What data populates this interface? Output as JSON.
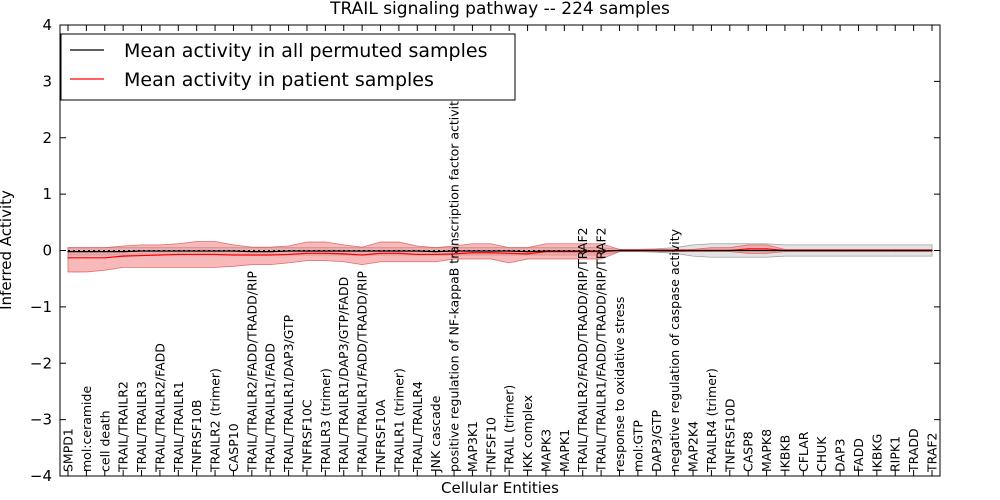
{
  "chart_data": {
    "type": "line",
    "title": "TRAIL signaling pathway -- 224 samples",
    "xlabel": "Cellular Entities",
    "ylabel": "Inferred Activity",
    "ylim": [
      -4,
      4
    ],
    "yticks": [
      "−4",
      "−3",
      "−2",
      "−1",
      "0",
      "1",
      "2",
      "3",
      "4"
    ],
    "legend_position": "top-left",
    "categories": [
      "SMPD1",
      "mol:ceramide",
      "cell death",
      "TRAIL/TRAILR2",
      "TRAIL/TRAILR3",
      "TRAIL/TRAILR2/FADD",
      "TRAIL/TRAILR1",
      "TNFRSF10B",
      "TRAILR2 (trimer)",
      "CASP10",
      "TRAIL/TRAILR2/FADD/TRADD/RIP",
      "TRAIL/TRAILR1/FADD",
      "TRAIL/TRAILR1/DAP3/GTP",
      "TNFRSF10C",
      "TRAILR3 (trimer)",
      "TRAIL/TRAILR1/DAP3/GTP/FADD",
      "TRAIL/TRAILR1/FADD/TRADD/RIP",
      "TNFRSF10A",
      "TRAILR1 (trimer)",
      "TRAIL/TRAILR4",
      "JNK cascade",
      "positive regulation of NF-kappaB transcription factor activity",
      "MAP3K1",
      "TNFSF10",
      "TRAIL (trimer)",
      "IKK complex",
      "MAPK3",
      "MAPK1",
      "TRAIL/TRAILR2/FADD/TRADD/RIP/TRAF2",
      "TRAIL/TRAILR1/FADD/TRADD/RIP/TRAF2",
      "response to oxidative stress",
      "mol:GTP",
      "DAP3/GTP",
      "negative regulation of caspase activity",
      "MAP2K4",
      "TRAILR4 (trimer)",
      "TNFRSF10D",
      "CASP8",
      "MAPK8",
      "IKBKB",
      "CFLAR",
      "CHUK",
      "DAP3",
      "FADD",
      "IKBKG",
      "RIPK1",
      "TRADD",
      "TRAF2"
    ],
    "series": [
      {
        "name": "Mean activity in all permuted samples",
        "color": "#000000",
        "values": [
          -0.02,
          -0.02,
          -0.02,
          -0.02,
          -0.01,
          -0.01,
          -0.01,
          -0.01,
          -0.01,
          -0.01,
          -0.02,
          -0.02,
          -0.01,
          -0.01,
          -0.01,
          -0.01,
          -0.01,
          -0.01,
          -0.01,
          -0.01,
          -0.02,
          -0.01,
          -0.01,
          -0.01,
          -0.01,
          -0.02,
          -0.01,
          -0.01,
          -0.01,
          -0.01,
          0.0,
          0.0,
          0.0,
          0.0,
          0.0,
          0.0,
          0.0,
          0.0,
          0.0,
          0.0,
          0.0,
          0.0,
          0.0,
          0.0,
          0.0,
          0.0,
          0.0,
          0.0
        ],
        "band_low": [
          -0.08,
          -0.08,
          -0.08,
          -0.08,
          -0.08,
          -0.08,
          -0.08,
          -0.08,
          -0.08,
          -0.08,
          -0.08,
          -0.08,
          -0.08,
          -0.08,
          -0.08,
          -0.08,
          -0.08,
          -0.08,
          -0.08,
          -0.08,
          -0.08,
          -0.08,
          -0.08,
          -0.08,
          -0.08,
          -0.08,
          -0.08,
          -0.08,
          -0.08,
          -0.08,
          -0.02,
          -0.02,
          -0.03,
          -0.05,
          -0.1,
          -0.12,
          -0.12,
          -0.12,
          -0.12,
          -0.1,
          -0.1,
          -0.1,
          -0.1,
          -0.1,
          -0.1,
          -0.1,
          -0.1,
          -0.1
        ],
        "band_high": [
          0.05,
          0.05,
          0.05,
          0.05,
          0.05,
          0.05,
          0.05,
          0.05,
          0.05,
          0.05,
          0.05,
          0.05,
          0.05,
          0.05,
          0.05,
          0.05,
          0.05,
          0.05,
          0.05,
          0.05,
          0.05,
          0.05,
          0.05,
          0.05,
          0.05,
          0.05,
          0.05,
          0.05,
          0.05,
          0.05,
          0.02,
          0.02,
          0.03,
          0.05,
          0.1,
          0.12,
          0.12,
          0.12,
          0.12,
          0.1,
          0.1,
          0.1,
          0.1,
          0.1,
          0.1,
          0.1,
          0.1,
          0.1
        ]
      },
      {
        "name": "Mean activity in patient samples",
        "color": "#ff0000",
        "values": [
          -0.13,
          -0.13,
          -0.13,
          -0.1,
          -0.09,
          -0.08,
          -0.07,
          -0.07,
          -0.07,
          -0.08,
          -0.08,
          -0.08,
          -0.07,
          -0.05,
          -0.05,
          -0.06,
          -0.08,
          -0.05,
          -0.05,
          -0.07,
          -0.07,
          -0.06,
          -0.04,
          -0.04,
          -0.05,
          -0.06,
          -0.02,
          -0.02,
          -0.02,
          -0.02,
          0.0,
          0.0,
          0.0,
          -0.01,
          0.0,
          0.0,
          0.0,
          0.03,
          0.03,
          0.0,
          0.0,
          0.0,
          0.0,
          0.0,
          0.0,
          0.0,
          0.0,
          0.0
        ],
        "band_low": [
          -0.38,
          -0.38,
          -0.35,
          -0.3,
          -0.3,
          -0.3,
          -0.3,
          -0.3,
          -0.3,
          -0.28,
          -0.25,
          -0.25,
          -0.22,
          -0.18,
          -0.18,
          -0.2,
          -0.25,
          -0.2,
          -0.2,
          -0.2,
          -0.2,
          -0.15,
          -0.15,
          -0.15,
          -0.22,
          -0.15,
          -0.15,
          -0.15,
          -0.15,
          -0.15,
          -0.02,
          -0.02,
          -0.02,
          -0.02,
          -0.02,
          -0.02,
          -0.02,
          -0.05,
          -0.05,
          -0.02,
          -0.02,
          -0.02,
          -0.02,
          -0.02,
          -0.02,
          -0.02,
          -0.02,
          -0.02
        ],
        "band_high": [
          0.05,
          0.05,
          0.05,
          0.08,
          0.1,
          0.1,
          0.12,
          0.16,
          0.16,
          0.1,
          0.06,
          0.06,
          0.08,
          0.15,
          0.15,
          0.1,
          0.06,
          0.15,
          0.15,
          0.08,
          0.05,
          0.08,
          0.12,
          0.12,
          0.05,
          0.05,
          0.12,
          0.12,
          0.12,
          0.12,
          0.02,
          0.02,
          0.02,
          0.02,
          0.02,
          0.05,
          0.05,
          0.1,
          0.1,
          0.02,
          0.02,
          0.02,
          0.02,
          0.02,
          0.02,
          0.02,
          0.02,
          0.02
        ]
      }
    ]
  }
}
